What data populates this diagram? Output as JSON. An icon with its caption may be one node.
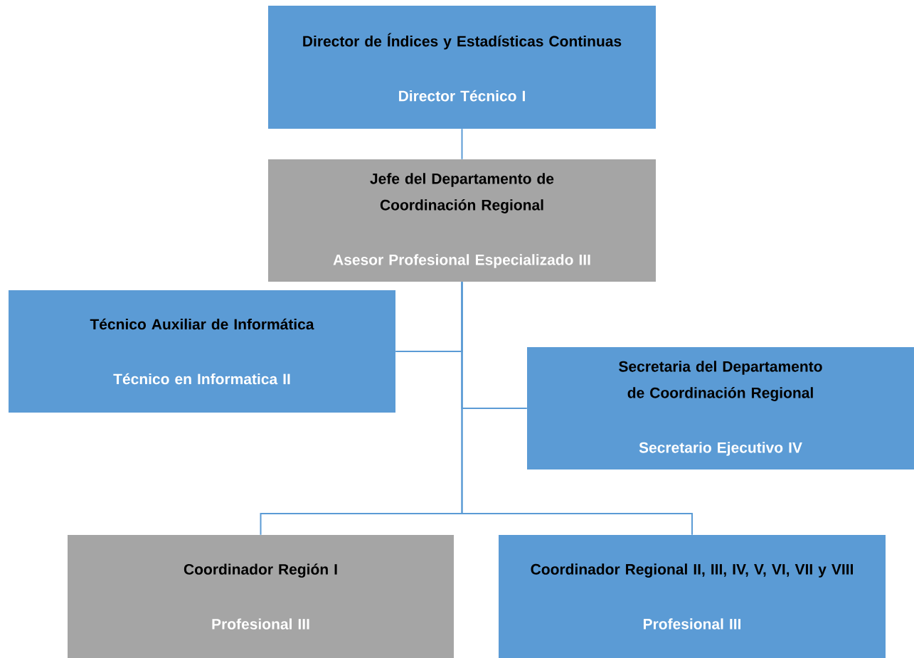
{
  "diagram": {
    "nodes": [
      {
        "text": [
          "Director de Índices y Estadísticas Continuas",
          "Director Técnico I"
        ]
      },
      {
        "text": [
          "Jefe del Departamento de Coordinación Regional",
          "Asesor Profesional Especializado III"
        ]
      },
      {
        "text": [
          "Técnico Auxiliar de Informática",
          "Técnico en Informatica II"
        ]
      },
      {
        "text": [
          "Secretaria del Departamento de Coordinación Regional",
          "Secretario Ejecutivo IV"
        ]
      },
      {
        "text": [
          "Coordinador Región I",
          "Profesional III"
        ]
      },
      {
        "text": [
          "Coordinador Regional II, III, IV, V, VI, VII y VIII",
          "Profesional III"
        ]
      }
    ],
    "edges": [
      {
        "from": 0,
        "to": 1,
        "arrow": "none"
      },
      {
        "from": 1,
        "to": 2,
        "arrow": "none"
      },
      {
        "from": 1,
        "to": 3,
        "arrow": "none"
      },
      {
        "from": 1,
        "to": 4,
        "arrow": "none"
      },
      {
        "from": 1,
        "to": 5,
        "arrow": "none"
      }
    ]
  }
}
